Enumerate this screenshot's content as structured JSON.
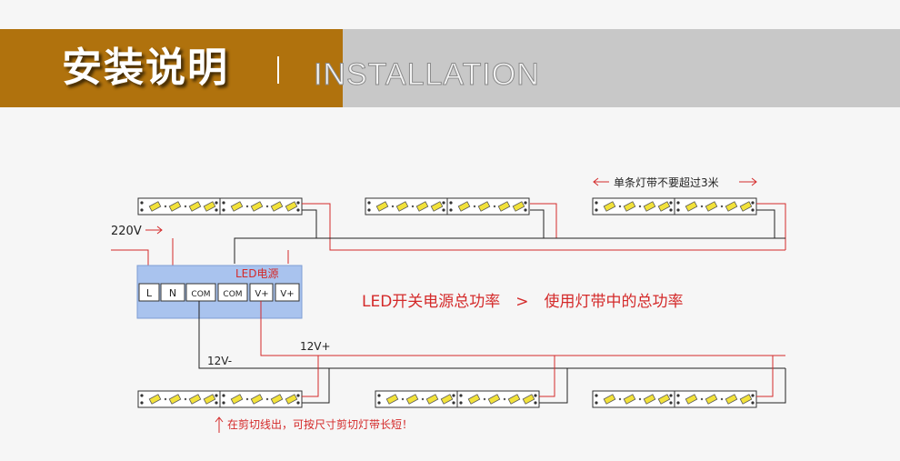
{
  "header": {
    "title_cn": "安装说明",
    "separator": "|",
    "title_en": "INSTALLATION"
  },
  "diagram": {
    "input_label": "220V",
    "psu_label": "LED电源",
    "terminals": [
      "L",
      "N",
      "COM",
      "COM",
      "V+",
      "V+"
    ],
    "note_power": "LED开关电源总功率　>　使用灯带中的总功率",
    "max_length_note": "单条灯带不要超过3米",
    "v_minus_label": "12V-",
    "v_plus_label": "12V+",
    "cut_note": "在剪切线出，可按尺寸剪切灯带长短！"
  },
  "colors": {
    "banner_brown": "#b0720d",
    "banner_gray": "#c8c8c8",
    "wire_red": "#d42a2a",
    "wire_dark": "#222222",
    "psu_fill": "#a9c3ee",
    "led_yellow": "#f2e23a"
  }
}
